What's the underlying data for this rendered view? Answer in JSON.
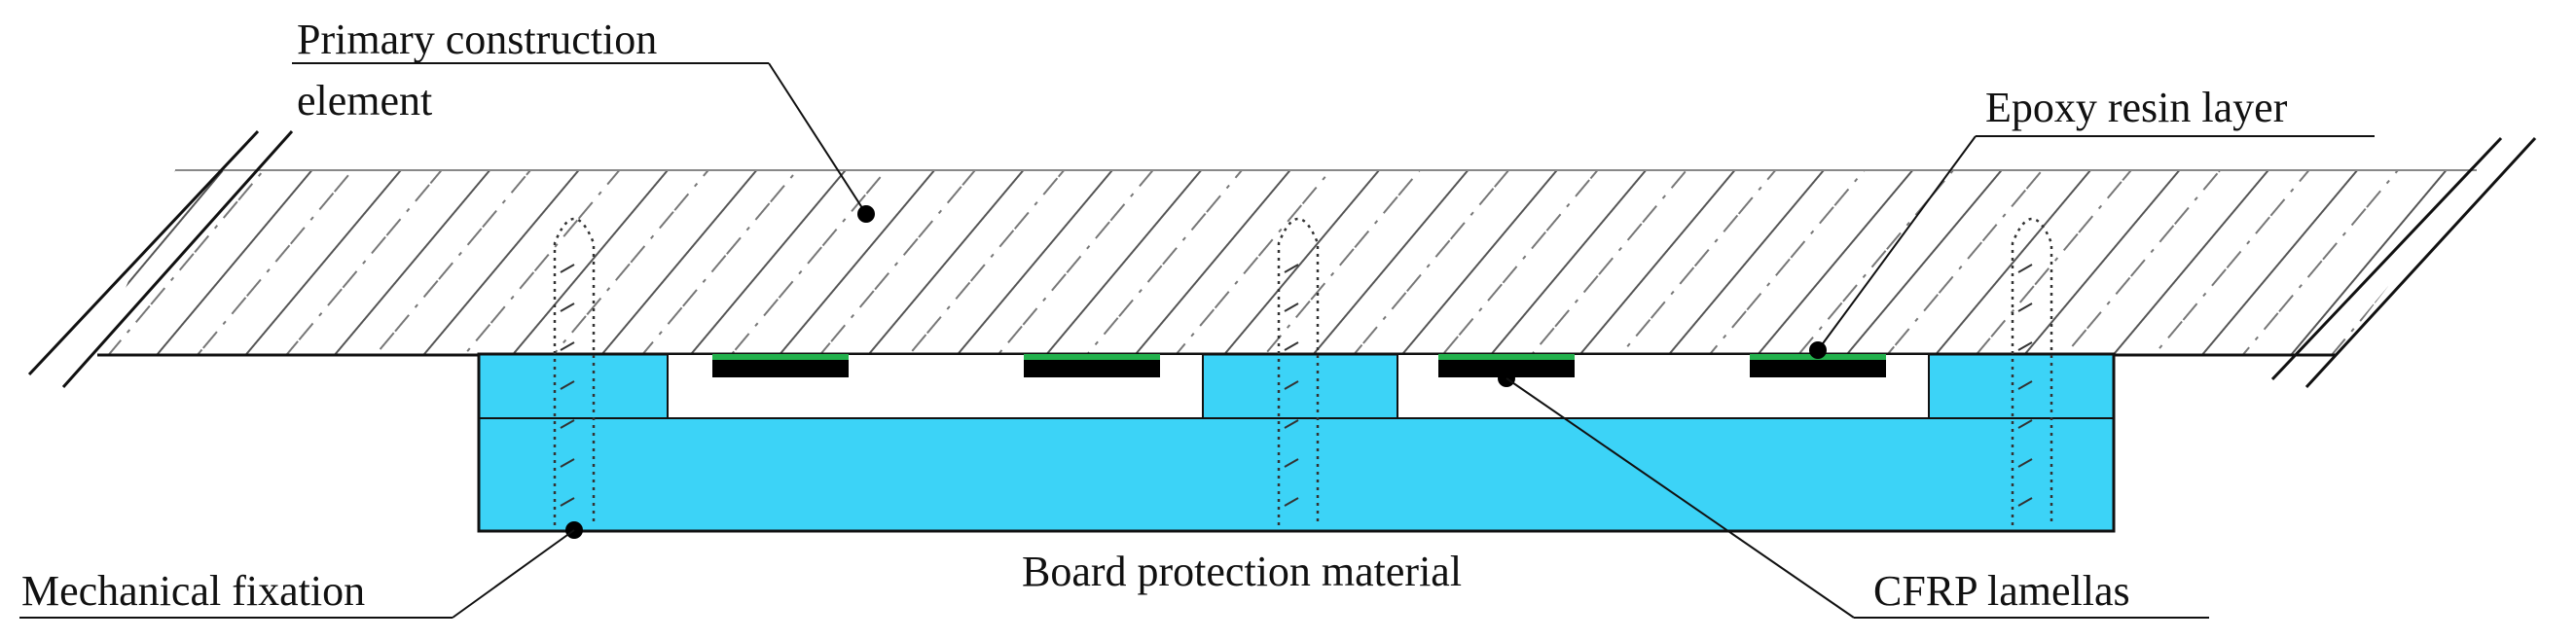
{
  "labels": {
    "primary_line1": "Primary construction",
    "primary_line2": "element",
    "epoxy": "Epoxy resin layer",
    "mechanical": "Mechanical fixation",
    "board": "Board protection material",
    "cfrp": "CFRP lamellas"
  },
  "colors": {
    "board_fill": "#3cd3f7",
    "epoxy": "#22b14c",
    "lamella": "#000000",
    "outline": "#111111",
    "hatch": "#555555"
  }
}
